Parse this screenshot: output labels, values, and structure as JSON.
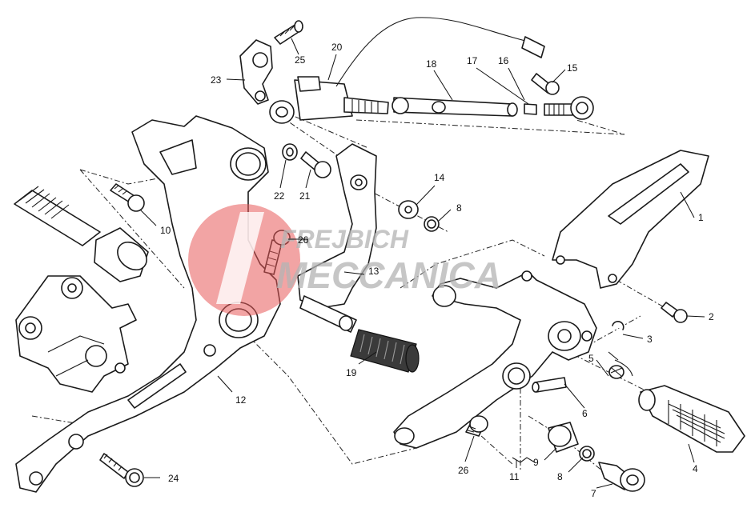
{
  "watermark": {
    "line1": "FREJBICH",
    "line2": "MECCANICA",
    "logo_color": "#e85a5a",
    "text_color": "#b4b4b4"
  },
  "callouts": [
    {
      "id": "1",
      "label": "1"
    },
    {
      "id": "2",
      "label": "2"
    },
    {
      "id": "3",
      "label": "3"
    },
    {
      "id": "4",
      "label": "4"
    },
    {
      "id": "5",
      "label": "5"
    },
    {
      "id": "6",
      "label": "6"
    },
    {
      "id": "7",
      "label": "7"
    },
    {
      "id": "8a",
      "label": "8"
    },
    {
      "id": "8b",
      "label": "8"
    },
    {
      "id": "9",
      "label": "9"
    },
    {
      "id": "10",
      "label": "10"
    },
    {
      "id": "11",
      "label": "11"
    },
    {
      "id": "12",
      "label": "12"
    },
    {
      "id": "13",
      "label": "13"
    },
    {
      "id": "14",
      "label": "14"
    },
    {
      "id": "15",
      "label": "15"
    },
    {
      "id": "16",
      "label": "16"
    },
    {
      "id": "17",
      "label": "17"
    },
    {
      "id": "18",
      "label": "18"
    },
    {
      "id": "19",
      "label": "19"
    },
    {
      "id": "20",
      "label": "20"
    },
    {
      "id": "21",
      "label": "21"
    },
    {
      "id": "22",
      "label": "22"
    },
    {
      "id": "23",
      "label": "23"
    },
    {
      "id": "24",
      "label": "24"
    },
    {
      "id": "25",
      "label": "25"
    },
    {
      "id": "26a",
      "label": "26"
    },
    {
      "id": "26b",
      "label": "26"
    }
  ]
}
